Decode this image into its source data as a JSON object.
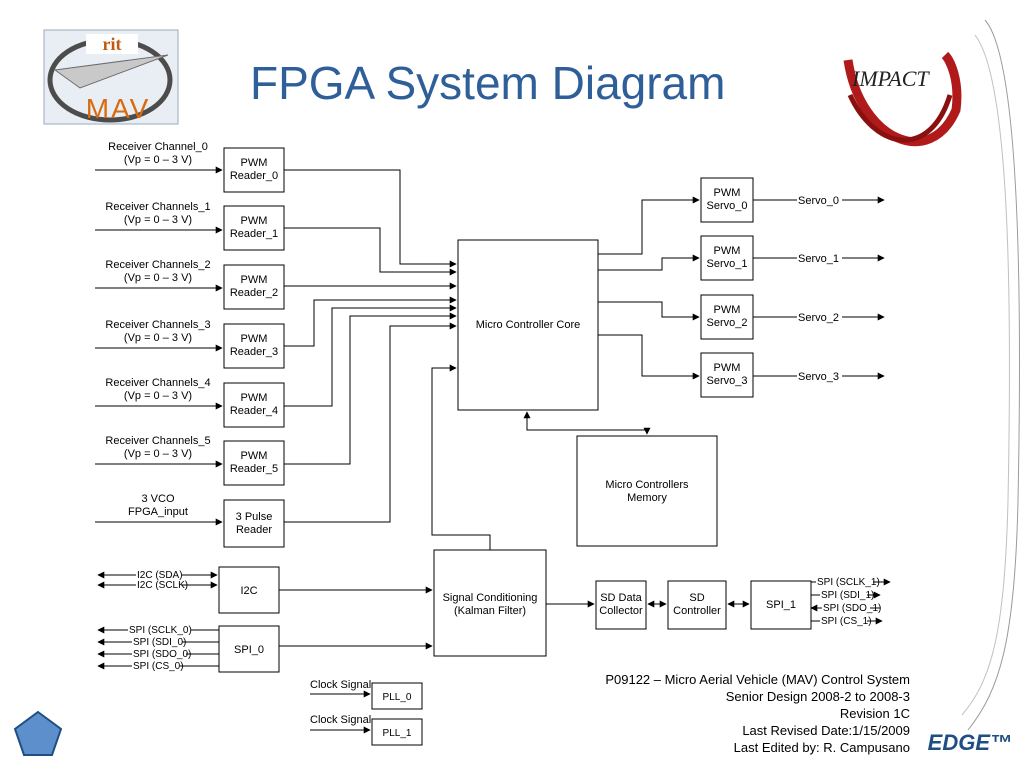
{
  "slide": {
    "title": "FPGA System Diagram",
    "edge_mark": "EDGE™"
  },
  "logos": {
    "rit_mav": {
      "top": "rit",
      "bottom": "MAV"
    },
    "impact": {
      "text": "IMPACT"
    }
  },
  "inputs": [
    {
      "name": "Receiver Channel_0",
      "range": "(Vp = 0 – 3 V)",
      "block": "PWM\nReader_0"
    },
    {
      "name": "Receiver Channels_1",
      "range": "(Vp = 0 – 3 V)",
      "block": "PWM\nReader_1"
    },
    {
      "name": "Receiver Channels_2",
      "range": "(Vp = 0 – 3 V)",
      "block": "PWM\nReader_2"
    },
    {
      "name": "Receiver Channels_3",
      "range": "(Vp = 0 – 3 V)",
      "block": "PWM\nReader_3"
    },
    {
      "name": "Receiver Channels_4",
      "range": "(Vp = 0 – 3 V)",
      "block": "PWM\nReader_4"
    },
    {
      "name": "Receiver Channels_5",
      "range": "(Vp = 0 – 3 V)",
      "block": "PWM\nReader_5"
    }
  ],
  "vco": {
    "line1": "3 VCO",
    "line2": "FPGA_input",
    "block": "3 Pulse\nReader"
  },
  "core": {
    "label": "Micro Controller Core"
  },
  "memory": {
    "label": "Micro Controllers\nMemory"
  },
  "servos": [
    {
      "block": "PWM\nServo_0",
      "out": "Servo_0"
    },
    {
      "block": "PWM\nServo_1",
      "out": "Servo_1"
    },
    {
      "block": "PWM\nServo_2",
      "out": "Servo_2"
    },
    {
      "block": "PWM\nServo_3",
      "out": "Servo_3"
    }
  ],
  "i2c": {
    "block": "I2C",
    "signals": [
      "I2C (SDA)",
      "I2C (SCLK)"
    ]
  },
  "spi0": {
    "block": "SPI_0",
    "signals": [
      "SPI (SCLK_0)",
      "SPI (SDI_0)",
      "SPI (SDO_0)",
      "SPI (CS_0)"
    ]
  },
  "signal_conditioning": {
    "label": "Signal Conditioning\n(Kalman Filter)"
  },
  "sd_collector": {
    "label": "SD Data\nCollector"
  },
  "sd_controller": {
    "label": "SD\nController"
  },
  "spi1": {
    "block": "SPI_1",
    "signals": [
      "SPI (SCLK_1)",
      "SPI (SDI_1)",
      "SPI (SDO_1)",
      "SPI (CS_1)"
    ]
  },
  "clocks": [
    {
      "label": "Clock Signal",
      "block": "PLL_0"
    },
    {
      "label": "Clock Signal",
      "block": "PLL_1"
    }
  ],
  "footer": {
    "line1": "P09122 – Micro Aerial Vehicle (MAV) Control System",
    "line2": "Senior Design 2008-2 to 2008-3",
    "line3": "Revision 1C",
    "line4": "Last Revised Date:1/15/2009",
    "line5": "Last Edited by: R. Campusano"
  }
}
